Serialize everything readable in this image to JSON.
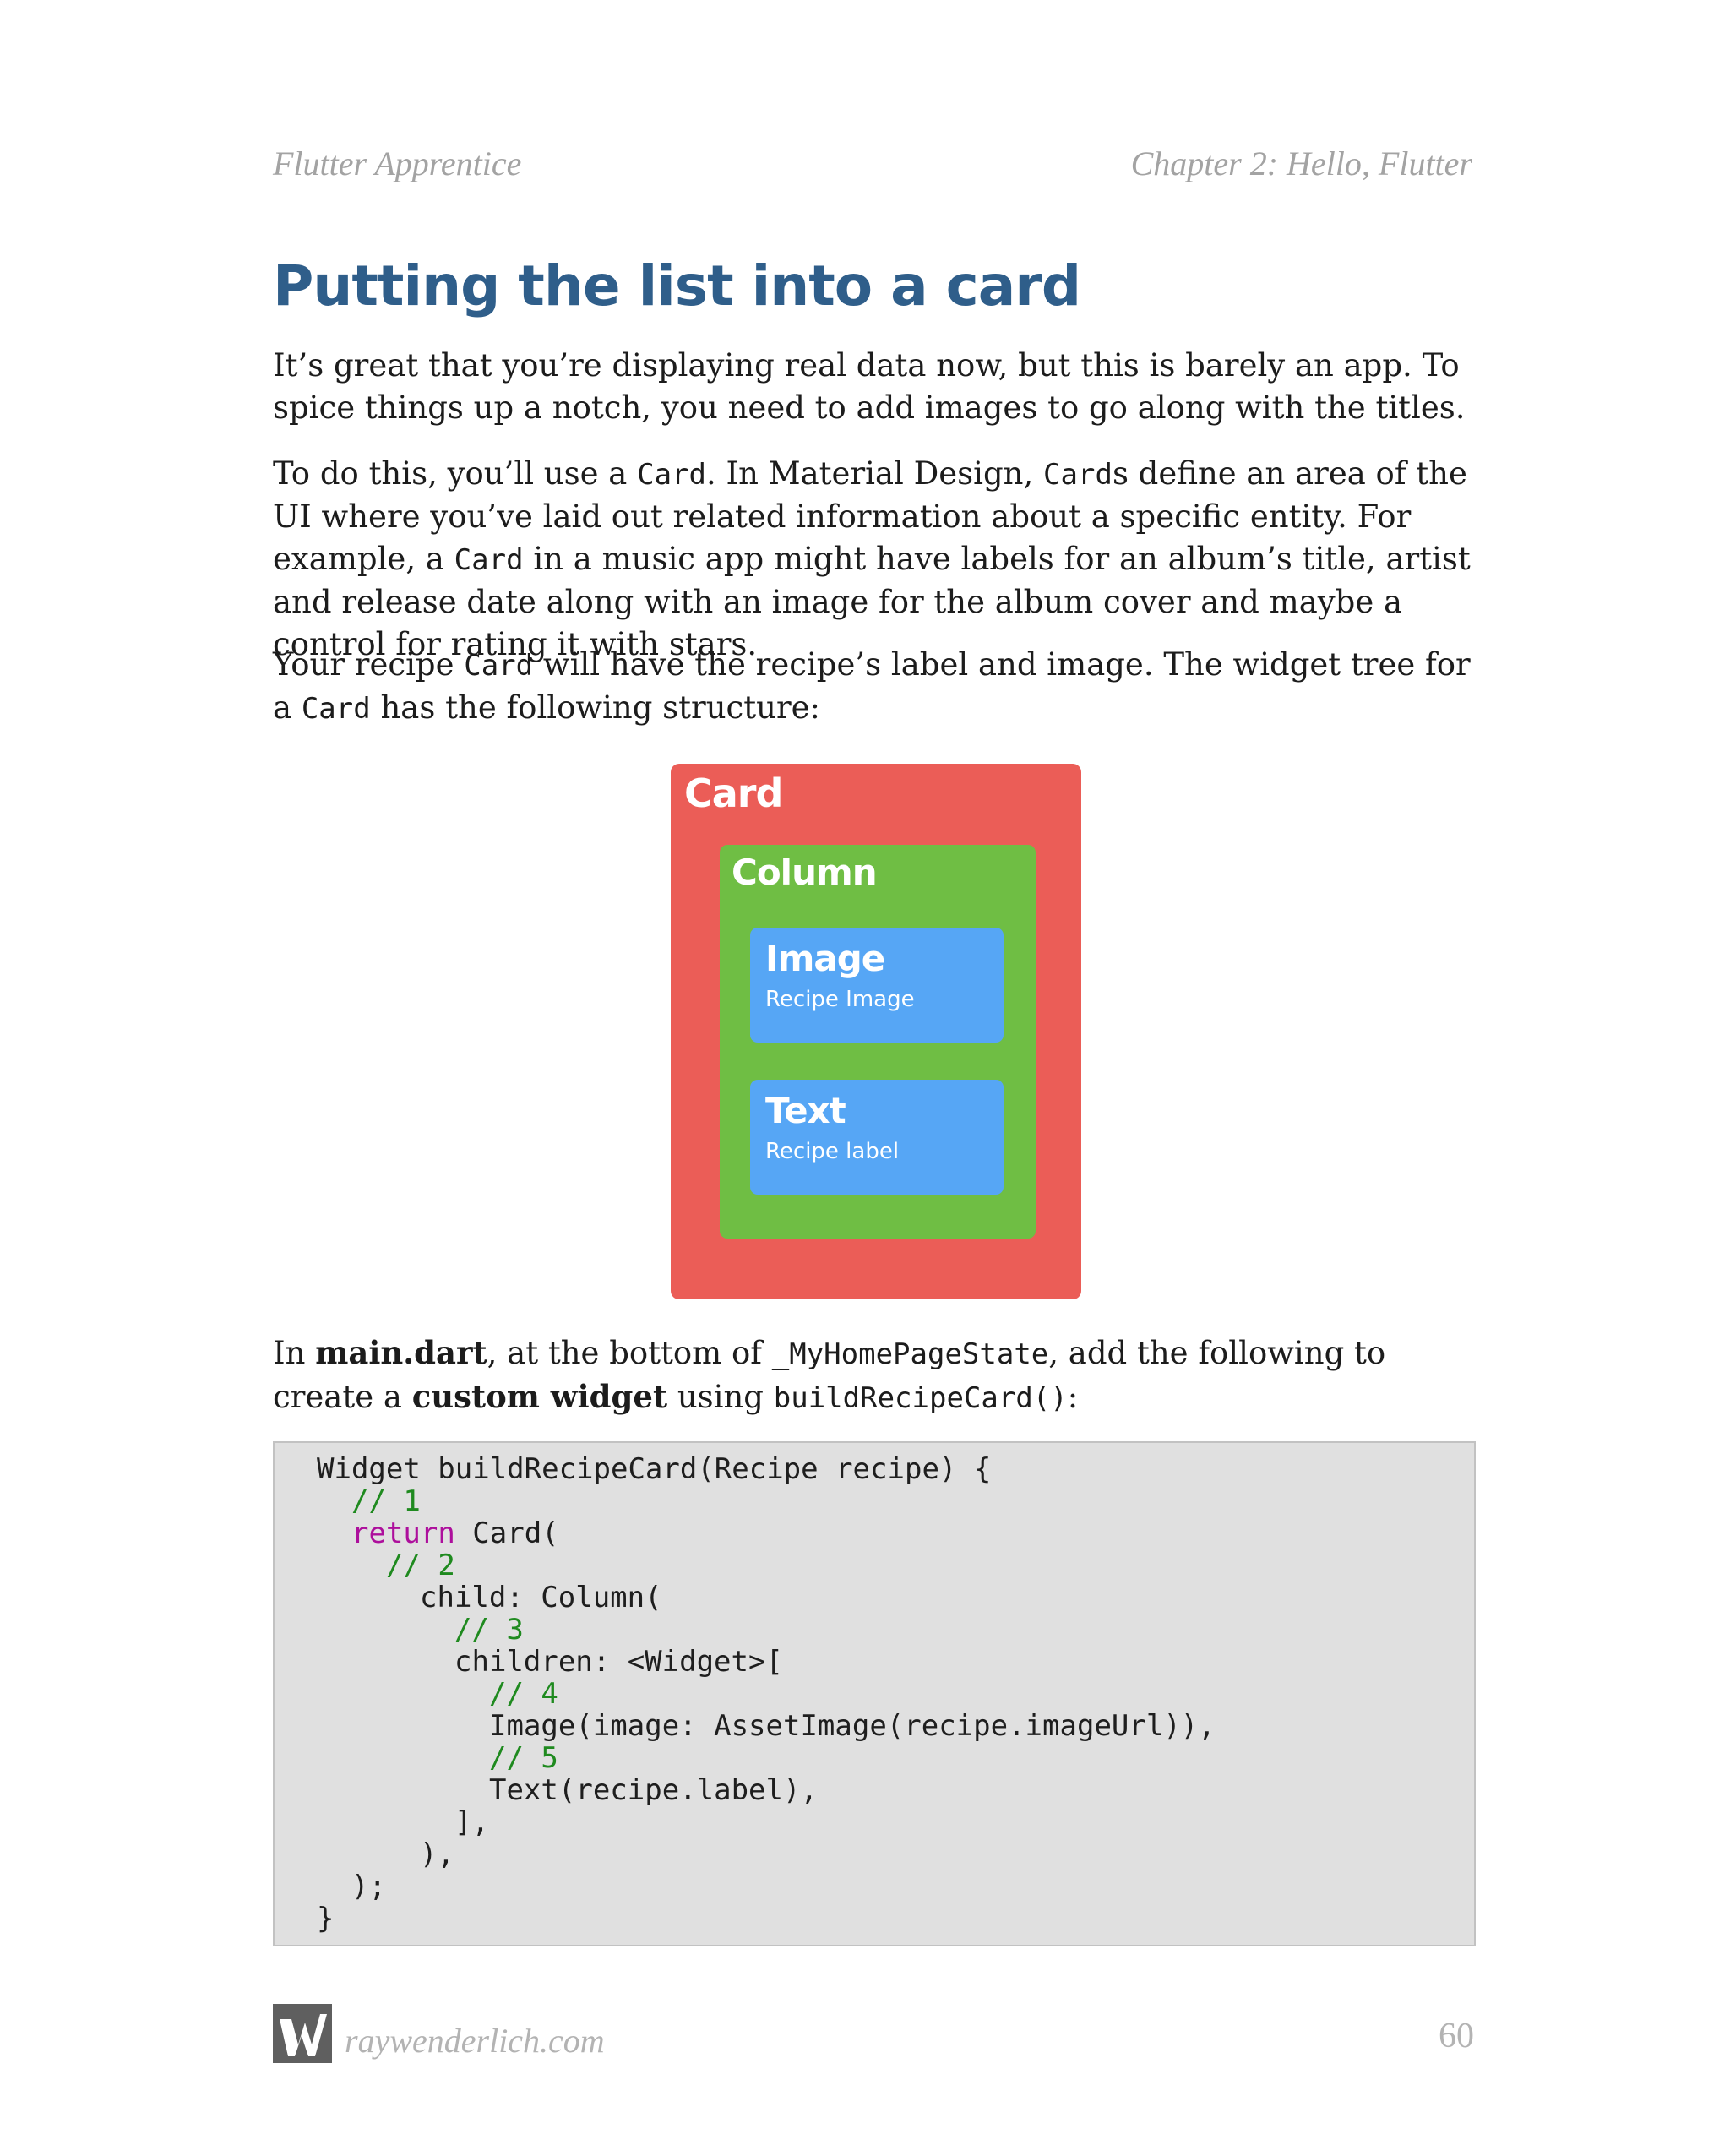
{
  "header": {
    "book_title": "Flutter Apprentice",
    "chapter": "Chapter 2: Hello, Flutter"
  },
  "section_title": "Putting the list into a card",
  "paragraphs": {
    "p1": "It’s great that you’re displaying real data now, but this is barely an app. To spice things up a notch, you need to add images to go along with the titles.",
    "p2": {
      "t1": "To do this, you’ll use a ",
      "c1": "Card",
      "t2": ". In Material Design, ",
      "c2": "Card",
      "t3": "s define an area of the UI where you’ve laid out related information about a specific entity. For example, a ",
      "c3": "Card",
      "t4": " in a music app might have labels for an album’s title, artist and release date along with an image for the album cover and maybe a control for rating it with stars."
    },
    "p3": {
      "t1": "Your recipe ",
      "c1": "Card",
      "t2": " will have the recipe’s label and image. The widget tree for a ",
      "c2": "Card",
      "t3": " has the following structure:"
    },
    "p4": {
      "t1": "In ",
      "b1": "main.dart",
      "t2": ", at the bottom of ",
      "c1": "_MyHomePageState",
      "t3": ", add the following to create a ",
      "b2": "custom widget",
      "t4": " using ",
      "c2": "buildRecipeCard()",
      "t5": ":"
    }
  },
  "diagram": {
    "card_label": "Card",
    "column_label": "Column",
    "image_label": "Image",
    "image_sub": "Recipe Image",
    "text_label": "Text",
    "text_sub": "Recipe label",
    "colors": {
      "card": "#eb5d57",
      "column": "#6fbe44",
      "leaf": "#56a6f5"
    }
  },
  "code": {
    "l1": "Widget buildRecipeCard(Recipe recipe) {",
    "l2": "// 1",
    "l3_kw": "return",
    "l3_rest": " Card(",
    "l4": "// 2",
    "l5": "child: Column(",
    "l6": "// 3",
    "l7": "children: <Widget>[",
    "l8": "// 4",
    "l9": "Image(image: AssetImage(recipe.imageUrl)),",
    "l10": "// 5",
    "l11": "Text(recipe.label),",
    "l12": "],",
    "l13": "),",
    "l14": ");",
    "l15": "}"
  },
  "footer": {
    "site": "raywenderlich.com",
    "page_number": "60",
    "logo_icon": "raywenderlich-logo-icon"
  }
}
